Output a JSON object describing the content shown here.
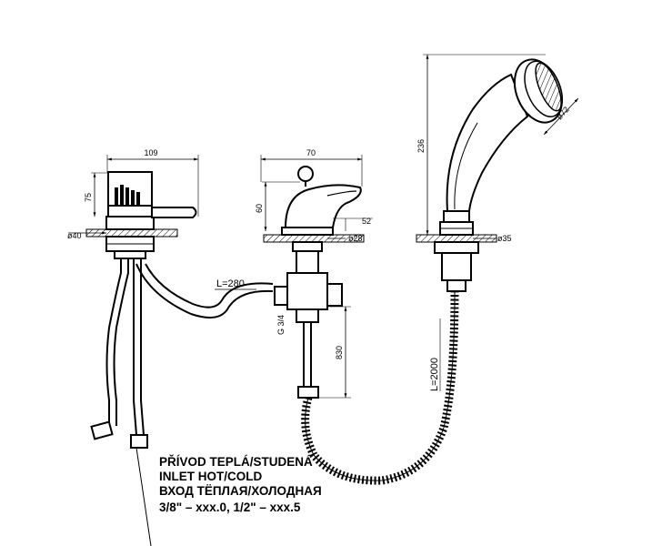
{
  "dimensions": {
    "mixer_width": "109",
    "mixer_height": "75",
    "mixer_base_dia": "ø40",
    "spout_width": "70",
    "spout_height": "60",
    "spout_offset": "52",
    "spout_base_dia": "ø28",
    "shower_height": "236",
    "shower_head_dia": "ø72",
    "shower_base_dia": "ø35",
    "hose_length_inlet": "L=280",
    "thread": "G 3/4",
    "pipe_length": "830",
    "hose_length_shower": "L=2000"
  },
  "caption": {
    "line1": "PŘÍVOD  TEPLÁ/STUDENÁ",
    "line2": "INLET  HOT/COLD",
    "line3": "ВХОД  ТЁПЛАЯ/ХОЛОДНАЯ",
    "line4": "3/8\"  –  xxx.0,  1/2\"  –  xxx.5"
  }
}
